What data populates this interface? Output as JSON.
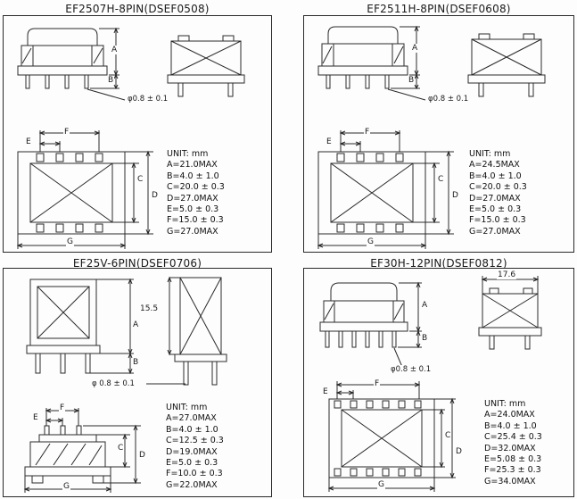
{
  "page": {
    "background": "#fdfdfd",
    "line_color": "#2a2a2a"
  },
  "panels": [
    {
      "title": "EF2507H-8PIN(DSEF0508)",
      "unit_label": "UNIT: mm",
      "pin_dia_label": "φ0.8 ± 0.1",
      "dim_letters": {
        "a": "A",
        "b": "B",
        "c": "C",
        "d": "D",
        "e": "E",
        "f": "F",
        "g": "G"
      },
      "specs": [
        "A=21.0MAX",
        "B=4.0 ± 1.0",
        "C=20.0 ± 0.3",
        "D=27.0MAX",
        "E=5.0 ± 0.3",
        "F=15.0 ± 0.3",
        "G=27.0MAX"
      ]
    },
    {
      "title": "EF2511H-8PIN(DSEF0608)",
      "unit_label": "UNIT: mm",
      "pin_dia_label": "φ0.8 ± 0.1",
      "dim_letters": {
        "a": "A",
        "b": "B",
        "c": "C",
        "d": "D",
        "e": "E",
        "f": "F",
        "g": "G"
      },
      "specs": [
        "A=24.5MAX",
        "B=4.0 ± 1.0",
        "C=20.0 ± 0.3",
        "D=27.0MAX",
        "E=5.0 ± 0.3",
        "F=15.0 ± 0.3",
        "G=27.0MAX"
      ]
    },
    {
      "title": "EF25V-6PIN(DSEF0706)",
      "unit_label": "UNIT: mm",
      "pin_dia_label": "φ 0.8 ± 0.1",
      "side_height_label": "15.5",
      "dim_letters": {
        "a": "A",
        "b": "B",
        "c": "C",
        "d": "D",
        "e": "E",
        "f": "F",
        "g": "G"
      },
      "specs": [
        "A=27.0MAX",
        "B=4.0 ± 1.0",
        "C=12.5 ± 0.3",
        "D=19.0MAX",
        "E=5.0 ± 0.3",
        "F=10.0 ± 0.3",
        "G=22.0MAX"
      ]
    },
    {
      "title": "EF30H-12PIN(DSEF0812)",
      "unit_label": "UNIT: mm",
      "pin_dia_label": "φ0.8 ± 0.1",
      "top_width_label": "17.6",
      "dim_letters": {
        "a": "A",
        "b": "B",
        "c": "C",
        "d": "D",
        "e": "E",
        "f": "F",
        "g": "G"
      },
      "specs": [
        "A=24.0MAX",
        "B=4.0 ± 1.0",
        "C=25.4 ± 0.3",
        "D=32.0MAX",
        "E=5.08 ± 0.3",
        "F=25.3 ± 0.3",
        "G=34.0MAX"
      ]
    }
  ]
}
